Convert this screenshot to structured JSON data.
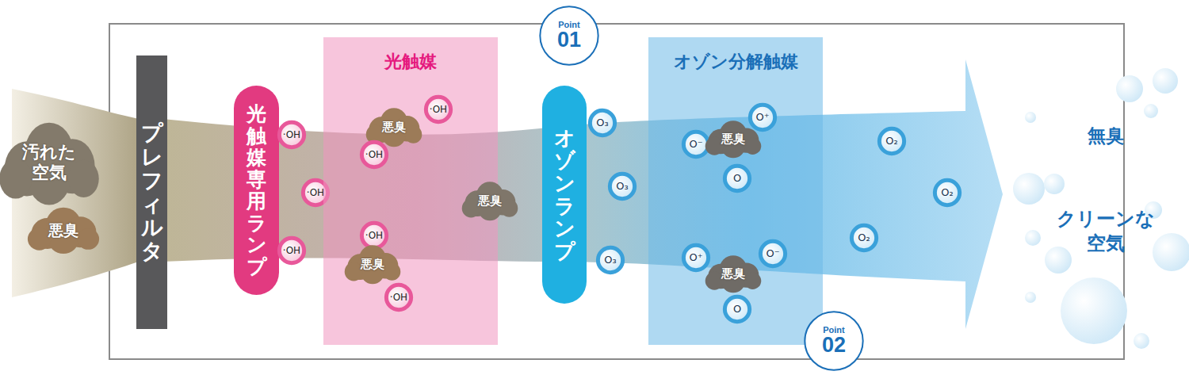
{
  "diagram": {
    "nodes": [
      {
        "text": [
          "汚れた空気"
        ]
      },
      {
        "text": [
          "悪臭"
        ]
      },
      {
        "text": [
          "プレフィルタ"
        ]
      },
      {
        "text": [
          "光触媒専用ランプ"
        ]
      },
      {
        "text": [
          "·OH"
        ]
      },
      {
        "text": [
          "·OH"
        ]
      },
      {
        "text": [
          "·OH"
        ]
      },
      {
        "text": [
          "光触媒"
        ]
      },
      {
        "text": [
          "·OH"
        ],
        "in": 7
      },
      {
        "text": [
          "悪臭"
        ],
        "in": 7
      },
      {
        "text": [
          "·OH"
        ],
        "in": 7
      },
      {
        "text": [
          "·OH"
        ],
        "in": 7
      },
      {
        "text": [
          "悪臭"
        ],
        "in": 7
      },
      {
        "text": [
          "·OH"
        ],
        "in": 7
      },
      {
        "text": [
          "悪臭"
        ]
      },
      {
        "text": [
          "Point",
          "01"
        ]
      },
      {
        "text": [
          "オゾンランプ"
        ]
      },
      {
        "text": [
          "O₃"
        ]
      },
      {
        "text": [
          "O₃"
        ]
      },
      {
        "text": [
          "O₃"
        ]
      },
      {
        "text": [
          "オゾン分解触媒"
        ]
      },
      {
        "text": [
          "O⁺"
        ],
        "in": 20
      },
      {
        "text": [
          "O⁻"
        ],
        "in": 20
      },
      {
        "text": [
          "悪臭"
        ],
        "in": 20
      },
      {
        "text": [
          "O"
        ],
        "in": 20
      },
      {
        "text": [
          "O⁺"
        ],
        "in": 20
      },
      {
        "text": [
          "悪臭"
        ],
        "in": 20
      },
      {
        "text": [
          "O⁻"
        ],
        "in": 20
      },
      {
        "text": [
          "O"
        ],
        "in": 20
      },
      {
        "text": [
          "Point",
          "02"
        ]
      },
      {
        "text": [
          "O₂"
        ]
      },
      {
        "text": [
          "O₂"
        ]
      },
      {
        "text": [
          "O₂"
        ]
      }
    ],
    "labels": [
      "無臭",
      "クリーンな 空気"
    ]
  }
}
